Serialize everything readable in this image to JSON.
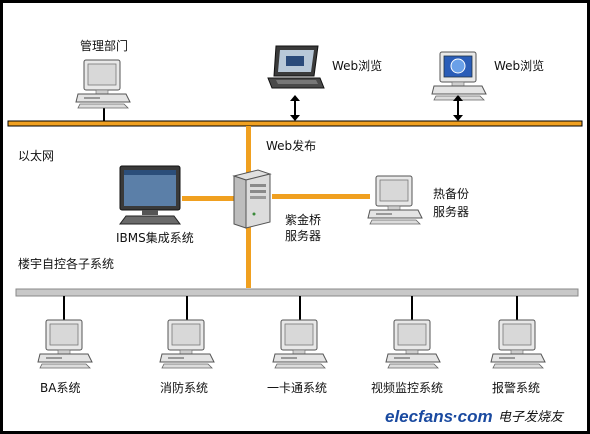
{
  "labels": {
    "management": "管理部门",
    "web_browse_1": "Web浏览",
    "web_browse_2": "Web浏览",
    "ethernet": "以太网",
    "web_publish": "Web发布",
    "ibms": "IBMS集成系统",
    "hot_backup_1": "热备份",
    "hot_backup_2": "服务器",
    "zijinqiao_1": "紫金桥",
    "zijinqiao_2": "服务器",
    "building_subsystems": "楼宇自控各子系统"
  },
  "subsystems": [
    "BA系统",
    "消防系统",
    "一卡通系统",
    "视频监控系统",
    "报警系统"
  ],
  "watermark": {
    "brand": "elecfans",
    "suffix": "·com",
    "cn": "电子发烧友"
  },
  "colors": {
    "bus_orange": "#f0a020",
    "bus_border": "#000000",
    "subsystem_bus": "#c8c8c8",
    "brand_blue": "#1a4aa0"
  },
  "icons": [
    "desktop-computer-icon",
    "laptop-icon",
    "server-tower-icon",
    "bidirectional-arrow-icon"
  ]
}
